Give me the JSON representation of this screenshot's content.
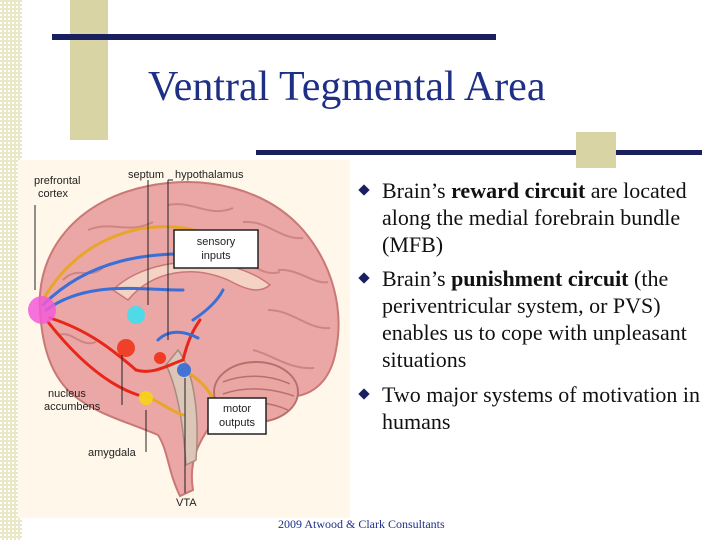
{
  "slide": {
    "title": "Ventral Tegmental Area",
    "footer": "2009 Atwood & Clark Consultants"
  },
  "bullets": [
    {
      "pre": "Brain’s ",
      "bold": "reward circuit",
      "post": " are located along the medial forebrain bundle (MFB)"
    },
    {
      "pre": "Brain’s ",
      "bold": "punishment circuit",
      "post": " (the periventricular system, or PVS) enables us to cope with unpleasant situations"
    },
    {
      "pre": "",
      "bold": "",
      "post": "Two major systems of motivation in humans"
    }
  ],
  "figure": {
    "labels": {
      "prefrontal": "prefrontal",
      "cortex": "cortex",
      "septum": "septum",
      "hypothalamus": "hypothalamus",
      "sensory": "sensory",
      "inputs": "inputs",
      "nucleus": "nucleus",
      "accumbens": "accumbens",
      "amygdala": "amygdala",
      "motor": "motor",
      "outputs": "outputs",
      "vta": "VTA"
    }
  },
  "colors": {
    "title": "#1e2f86",
    "rule": "#1a1f5f",
    "accent_square": "#d8d4a3",
    "brain": "#e8a3a3",
    "pathway_red": "#e8261a",
    "pathway_blue": "#3a6fd8",
    "pathway_orange": "#e8a52a"
  }
}
